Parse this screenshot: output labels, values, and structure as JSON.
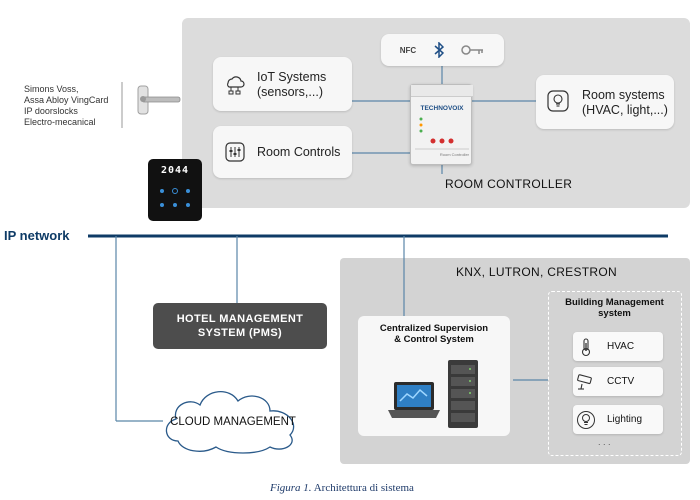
{
  "network_label": "IP network",
  "door_lock_brands": [
    "Simons Voss,",
    "Assa Abloy VingCard",
    "IP doorslocks",
    "Electro-mecanical"
  ],
  "keypad_display": "2044",
  "top_icons": {
    "nfc": "NFC",
    "bluetooth": "bluetooth-icon",
    "key": "key-icon"
  },
  "iot_systems": {
    "line1": "IoT Systems",
    "line2": "(sensors,...)"
  },
  "room_controls": "Room Controls",
  "room_systems": {
    "line1": "Room systems",
    "line2": "(HVAC, light,...)"
  },
  "controller_device": {
    "brand": "TECHNOVOIX",
    "sublabel": "Room Controller"
  },
  "room_controller_label": "ROOM CONTROLLER",
  "pms": {
    "line1": "HOTEL MANAGEMENT",
    "line2": "SYSTEM (PMS)"
  },
  "protocols_label": "KNX, LUTRON, CRESTRON",
  "central": {
    "line1": "Centralized Supervision",
    "line2": "& Control System"
  },
  "bms": {
    "title_line1": "Building Management",
    "title_line2": "system",
    "items": [
      "HVAC",
      "CCTV",
      "Lighting"
    ],
    "more": ". . ."
  },
  "cloud": "CLOUD MANAGEMENT",
  "caption": {
    "prefix": "Figura 1.",
    "text": " Architettura di sistema"
  },
  "colors": {
    "network": "#0e3b66",
    "connector": "#5b86a8",
    "panel": "#dcdcdc",
    "pms": "#4d4d4d"
  }
}
